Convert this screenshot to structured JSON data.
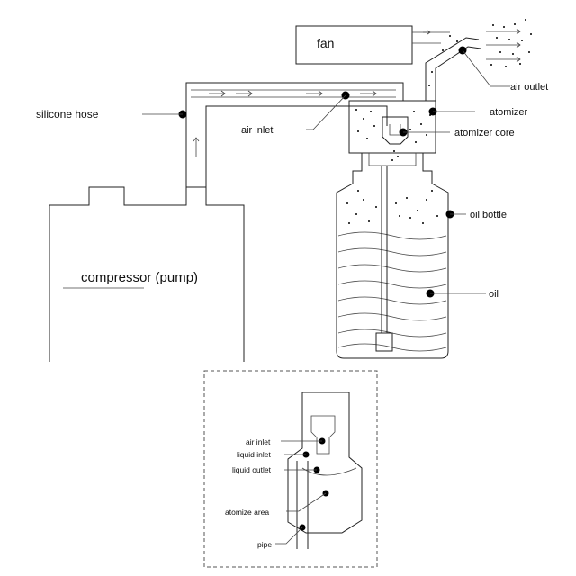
{
  "labels": {
    "fan": "fan",
    "air_outlet": "air outlet",
    "silicone_hose": "silicone hose",
    "air_inlet": "air inlet",
    "atomizer": "atomizer",
    "atomizer_core": "atomizer core",
    "oil_bottle": "oil bottle",
    "oil": "oil",
    "compressor": "compressor (pump)"
  },
  "detail_labels": {
    "air_inlet": "air inlet",
    "liquid_inlet": "liquid inlet",
    "liquid_outlet": "liquid outlet",
    "atomize_area": "atomize area",
    "pipe": "pipe"
  }
}
